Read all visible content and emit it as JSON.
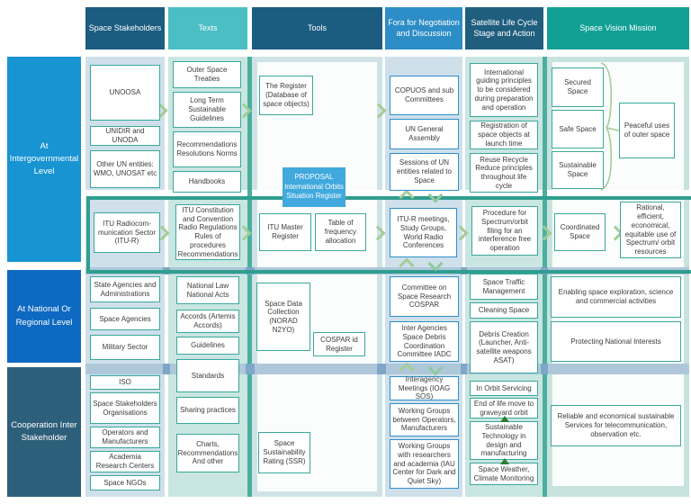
{
  "column_headers": [
    "Space Stakeholders",
    "Texts",
    "Tools",
    "Fora for Negotiation and Discussion",
    "Satellite Life Cycle Stage and Action",
    "Space Vision Mission"
  ],
  "row_headers": [
    "At Intergovernmental Level",
    "At National Or Regional Level",
    "Cooperation Inter Stakeholder"
  ],
  "proposal": "PROPOSAL International Orbits Situation Register",
  "boxes": {
    "unoosa": "UNOOSA",
    "unidir": "UNIDIR and UNODA",
    "other_un": "Other UN entities: WMO, UNOSAT etc",
    "outer_space_treaties": "Outer Space Treaties",
    "ltsg": "Long Term Sustainable Guidelines",
    "rrn": "Recommendations Resolutions Norms",
    "handbooks": "Handbooks",
    "register": "The Register (Database of space objects)",
    "copuos": "COPUOS and sub Committees",
    "unga": "UN General Assembly",
    "sessions": "Sessions of UN entities related to Space",
    "guiding": "International guiding principles to be considered during preparation and operation",
    "registration": "Registration of space objects at launch time",
    "reuse": "Reuse Recycle Reduce principles throughout life cycle",
    "secured": "Secured Space",
    "safe": "Safe Space",
    "sustainable": "Sustainable Space",
    "peaceful": "Peaceful uses of outer space",
    "itu_r": "ITU Radiocom- munication Sector (ITU-R)",
    "itu_const": "ITU Constitution and Convention Radio Regulations Rules of procedures Recommendations",
    "itu_master": "ITU Master Register",
    "freq_table": "Table of frequency allocation",
    "itu_meetings": "ITU-R meetings, Study Groups, World Radio Conferences",
    "spectrum_procedure": "Procedure for Spectrum/orbit filing for an interference free operation",
    "coordinated": "Coordinated Space",
    "rational": "Rational, efficient, economical, equitable use of Spectrum/ orbit resources",
    "state_agencies": "State Agencies and Administrations",
    "space_agencies": "Space Agencies",
    "military": "Military Sector",
    "national_law": "National Law National Acts",
    "accords": "Accords (Artemis Accords)",
    "guidelines": "Guidelines",
    "space_data": "Space Data Collection (NORAD N2YO)",
    "cospar_id": "COSPAR id Register",
    "cospar": "Committee on Space Research COSPAR",
    "iadc": "Inter Agencies Space Debris Coordination Committee IADC",
    "stm": "Space Traffic Management",
    "cleaning": "Cleaning Space",
    "debris": "Debris Creation (Launcher, Anti-satellite weapons ASAT)",
    "enabling": "Enabling space exploration, science and commercial activities",
    "protecting": "Protecting National Interests",
    "iso": "ISO",
    "sso": "Space Stakeholders Organisations",
    "operators": "Operators and Manufacturers",
    "academia": "Academia Research Centers",
    "ngos": "Space NGOs",
    "standards": "Standards",
    "sharing": "Sharing practices",
    "charts": "Charts, Recommendations And other",
    "ssr": "Space Sustainability Rating (SSR)",
    "interagency": "Interagency Meetings (IOAG SOS)",
    "wg_operators": "Working Groups between Operators, Manufacturers",
    "wg_researchers": "Working Groups with researchers and academia (IAU Center for Dark and Quiet Sky)",
    "orbit_servicing": "In Orbit Servicing",
    "end_of_life": "End of life move to graveyard orbit",
    "sustainable_tech": "Sustainable Technology in design and manufacturing",
    "space_weather": "Space Weather, Climate Monitoring",
    "reliable": "Reliable and economical sustainable Services for telecommunication, observation etc."
  },
  "colors": {
    "header_dark": "#1b5c80",
    "header_teal": "#49bec4",
    "header_blue": "#2d8dc6",
    "header_green": "#12a095",
    "row_intergov": "#1894d3",
    "row_national": "#0e69c2",
    "row_cooperation": "#2e5f7a",
    "box_border_teal": "#3aa89a",
    "box_border_blue": "#2e8fc8",
    "itu_frame_teal": "#2f9e8e",
    "proposal_bg": "#41a9dd",
    "chevron_green": "#a4cc97",
    "divider_blue": "#aec8da"
  }
}
